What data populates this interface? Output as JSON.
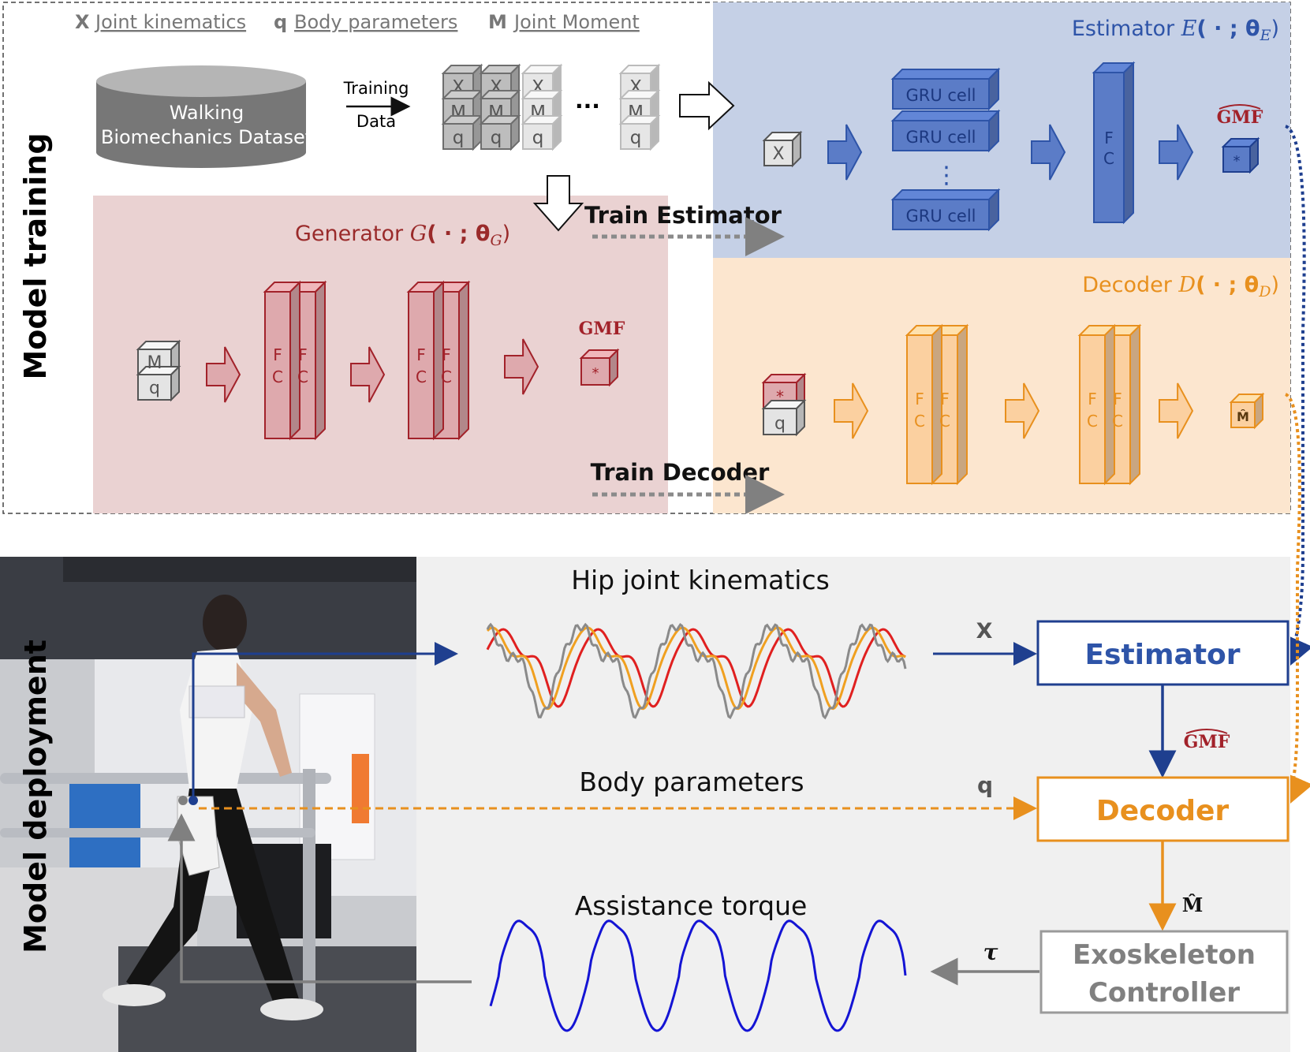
{
  "legend": {
    "x_sym": "X",
    "x_text": "Joint kinematics",
    "q_sym": "q",
    "q_text": "Body  parameters",
    "m_sym": "M",
    "m_text": "Joint Moment"
  },
  "training": {
    "section_label": "Model training",
    "dataset_line1": "Walking",
    "dataset_line2": "Biomechanics Dataset",
    "arrow_line1": "Training",
    "arrow_line2": "Data",
    "stack_cells": [
      "X",
      "M",
      "q"
    ],
    "ellipsis": "···",
    "train_estimator": "Train Estimator",
    "train_decoder": "Train Decoder"
  },
  "estimator": {
    "title_prefix": "Estimator ",
    "title_func": "E",
    "title_args": "( · ; θ",
    "title_sub": "E",
    "title_close": ")",
    "input": "X",
    "gru_label": "GRU cell",
    "vdots": "⋮",
    "fc_f": "F",
    "fc_c": "C",
    "output_label": "GMF",
    "output_symbol": "*"
  },
  "generator": {
    "title_prefix": "Generator ",
    "title_func": "G",
    "title_args": "( · ; θ",
    "title_sub": "G",
    "title_close": ")",
    "input_top": "M",
    "input_bottom": "q",
    "fc_f": "F",
    "fc_c": "C",
    "output_label": "GMF",
    "output_symbol": "*"
  },
  "decoder": {
    "title_prefix": "Decoder ",
    "title_func": "D",
    "title_args": "( · ; θ",
    "title_sub": "D",
    "title_close": ")",
    "input_top": "*",
    "input_bottom": "q",
    "fc_f": "F",
    "fc_c": "C",
    "output_symbol": "M̂"
  },
  "deployment": {
    "section_label": "Model deployment",
    "hip_title": "Hip joint kinematics",
    "body_params": "Body parameters",
    "assist_title": "Assistance torque",
    "x_label": "X",
    "q_label": "q",
    "tau_label": "τ",
    "gmf_label": "GMF",
    "m_hat_label": "M̂",
    "estimator_box": "Estimator",
    "decoder_box": "Decoder",
    "controller_line1": "Exoskeleton",
    "controller_line2": "Controller"
  },
  "colors": {
    "blue": "#1f3f8f",
    "blue_panel": "#c5d0e6",
    "orange": "#e8901e",
    "orange_panel": "#fce6cf",
    "red": "#a2222a",
    "red_panel": "#ead2d2",
    "gray": "#808080",
    "deploy_bg": "#f0f0f0"
  }
}
